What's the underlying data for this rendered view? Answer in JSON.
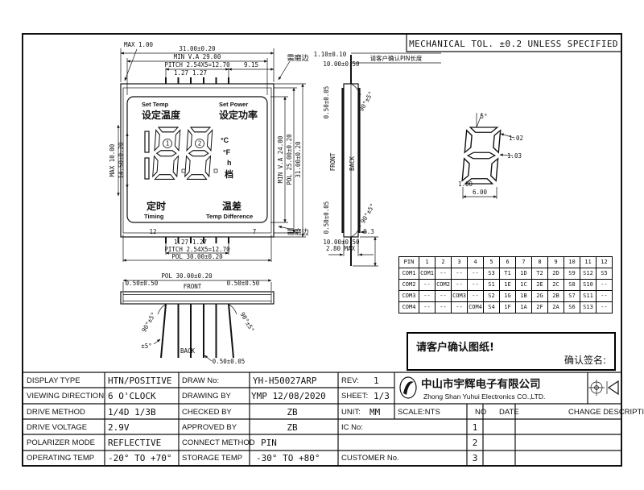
{
  "sheet": {
    "tol_note": "MECHANICAL TOL. ±0.2 UNLESS SPECIFIED"
  },
  "front_view": {
    "lcd": {
      "set_temp_en": "Set Temp",
      "set_temp_cn": "设定温度",
      "set_power_en": "Set Power",
      "set_power_cn": "设定功率",
      "digit1": "1",
      "digit2": "2",
      "unit_c": "°C",
      "unit_f": "°F",
      "unit_h": "h",
      "unit_gear": "档",
      "timing_cn": "定时",
      "timing_en": "Timing",
      "tempdiff_cn": "温差",
      "tempdiff_en": "Temp Difference"
    },
    "pin_no_left": "12",
    "pin_no_right": "7",
    "grind_note_top": "需磨边",
    "grind_note_bottom": "需磨边",
    "dims": {
      "max_edge": "MAX 1.00",
      "width": "31.00±0.20",
      "va_width": "MIN V.A 29.00",
      "pitch_top": "PITCH 2.54X5=12.70",
      "half_pitch_l_top": "1.27",
      "half_pitch_r_top": "1.27",
      "offset_right": "9.15",
      "height_left_outer": "MAX 10.00",
      "height_left_inner": "14.50±0.20",
      "va_height": "MIN V.A 24.00",
      "pol_height": "POL 25.00±0.20",
      "height": "31.00±0.20",
      "half_pitch_l_bot": "1.27",
      "half_pitch_r_bot": "1.27",
      "pitch_bottom": "PITCH 2.54X5=12.70",
      "pol_width": "POL 30.00±0.20"
    }
  },
  "side_view": {
    "front_label": "FRONT",
    "back_label": "BACK",
    "pin_note": "请客户确认PIN长度",
    "dims": {
      "pin_width": "1.10±0.10",
      "pin_len_top": "10.00±0.50",
      "pol_offset_top": "0.50±0.05",
      "pol_offset_bottom": "0.50±0.05",
      "angle_top": "90°±5°",
      "angle_bottom": "90°±5°",
      "pin_len_bottom": "10.00±0.50",
      "thickness": "2.80 MAX",
      "pol_edge": "0.3"
    }
  },
  "digit_detail": {
    "slant": "5°",
    "seg_width": "1.02",
    "seg_gap": "1.03",
    "col_width": "1.00",
    "digit_width": "6.00"
  },
  "bottom_view": {
    "front_label": "FRONT",
    "back_label": "BACK",
    "dims": {
      "pol_width": "POL 30.00±0.20",
      "pol_offset_left": "0.50±0.50",
      "pol_offset_right": "0.50±0.50",
      "angle_left": "90°±5°",
      "angle_right": "90°±5°",
      "pin_splay": "±5°",
      "pin_thickness": "0.50±0.05"
    }
  },
  "pin_table": {
    "header": [
      "PIN",
      "1",
      "2",
      "3",
      "4",
      "5",
      "6",
      "7",
      "8",
      "9",
      "10",
      "11",
      "12"
    ],
    "rows": [
      [
        "COM1",
        "COM1",
        "--",
        "--",
        "--",
        "S3",
        "T1",
        "1D",
        "T2",
        "2D",
        "S9",
        "S12",
        "S5"
      ],
      [
        "COM2",
        "--",
        "COM2",
        "--",
        "--",
        "S1",
        "1E",
        "1C",
        "2E",
        "2C",
        "S8",
        "S10",
        "--"
      ],
      [
        "COM3",
        "--",
        "--",
        "COM3",
        "--",
        "S2",
        "1G",
        "1B",
        "2G",
        "2B",
        "S7",
        "S11",
        "--"
      ],
      [
        "COM4",
        "--",
        "--",
        "--",
        "COM4",
        "S4",
        "1F",
        "1A",
        "2F",
        "2A",
        "S6",
        "S13",
        "--"
      ]
    ]
  },
  "confirm": {
    "note": "请客户确认图纸!",
    "sign": "确认签名:"
  },
  "title_block": {
    "display_type_label": "DISPLAY TYPE",
    "display_type": "HTN/POSITIVE",
    "viewing_direction_label": "VIEWING DIRECTION",
    "viewing_direction": "6 O'CLOCK",
    "drive_method_label": "DRIVE METHOD",
    "drive_method": "1/4D  1/3B",
    "drive_voltage_label": "DRIVE VOLTAGE",
    "drive_voltage": "2.9V",
    "polarizer_mode_label": "POLARIZER MODE",
    "polarizer_mode": "REFLECTIVE",
    "operating_temp_label": "OPERATING TEMP",
    "operating_temp": "-20° TO +70°",
    "draw_no_label": "DRAW No:",
    "draw_no": "YH-H50027ARP",
    "drawing_by_label": "DRAWING BY",
    "drawing_by": "YMP  12/08/2020",
    "checked_by_label": "CHECKED BY",
    "checked_by": "ZB",
    "approved_by_label": "APPROVED BY",
    "approved_by": "ZB",
    "connect_method_label": "CONNECT METHOD",
    "connect_method": "PIN",
    "storage_temp_label": "STORAGE TEMP",
    "storage_temp": "-30° TO +80°",
    "rev_label": "REV:",
    "rev": "1",
    "sheet_label": "SHEET:",
    "sheet": "1/3",
    "unit_label": "UNIT:",
    "unit": "MM",
    "scale_label": "SCALE:NTS",
    "ic_no_label": "IC No:",
    "customer_no_label": "CUSTOMER No.",
    "no_label": "NO",
    "date_label": "DATE",
    "change_label": "CHANGE DESCRIPTION",
    "change_row_1": "1",
    "change_row_2": "2",
    "change_row_3": "3",
    "company_cn": "中山市宇辉电子有限公司",
    "company_en": "Zhong Shan Yuhui Electronics CO.,LTD."
  }
}
